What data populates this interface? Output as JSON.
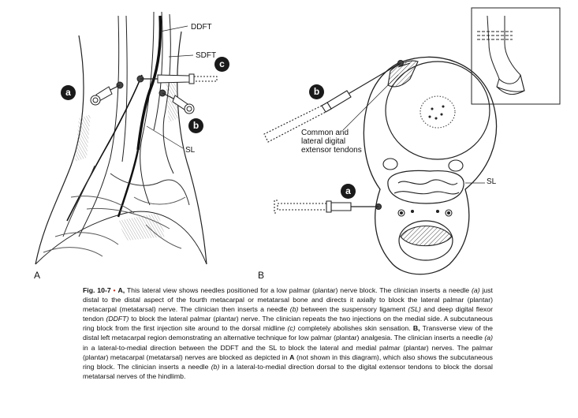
{
  "panel_a": {
    "letter": "A",
    "labels": {
      "ddft": "DDFT",
      "sdft": "SDFT",
      "sl": "SL"
    },
    "badges": {
      "a": "a",
      "b": "b",
      "c": "c"
    }
  },
  "panel_b": {
    "letter": "B",
    "labels": {
      "tendons": [
        "Common and",
        "lateral digital",
        "extensor tendons"
      ],
      "sl": "SL"
    },
    "badges": {
      "a": "a",
      "b": "b"
    }
  },
  "caption": {
    "fig_number": "Fig. 10-7",
    "bullet": "•",
    "segments": [
      {
        "t": " ",
        "s": "n"
      },
      {
        "t": "A,",
        "s": "b"
      },
      {
        "t": " This lateral view shows needles positioned for a low palmar (plantar) nerve block. The clinician inserts a needle ",
        "s": "n"
      },
      {
        "t": "(a)",
        "s": "i"
      },
      {
        "t": " just distal to the distal aspect of the fourth metacarpal or metatarsal bone and directs it axially to block the lateral palmar (plantar) metacarpal (metatarsal) nerve. The clinician then inserts a needle ",
        "s": "n"
      },
      {
        "t": "(b)",
        "s": "i"
      },
      {
        "t": " between the suspensory ligament ",
        "s": "n"
      },
      {
        "t": "(SL)",
        "s": "i"
      },
      {
        "t": " and deep digital flexor tendon ",
        "s": "n"
      },
      {
        "t": "(DDFT)",
        "s": "i"
      },
      {
        "t": " to block the lateral palmar (plantar) nerve. The clinician repeats the two injections on the medial side. A subcutaneous ring block from the first injection site around to the dorsal midline ",
        "s": "n"
      },
      {
        "t": "(c)",
        "s": "i"
      },
      {
        "t": " completely abolishes skin sensation. ",
        "s": "n"
      },
      {
        "t": "B,",
        "s": "b"
      },
      {
        "t": " Transverse view of the distal left metacarpal region demonstrating an alternative technique for low palmar (plantar) analgesia. The clinician inserts a needle ",
        "s": "n"
      },
      {
        "t": "(a)",
        "s": "i"
      },
      {
        "t": " in a lateral-to-medial direction between the DDFT and the SL to block the lateral and medial palmar (plantar) nerves. The palmar (plantar) metacarpal (metatarsal) nerves are blocked as depicted in ",
        "s": "n"
      },
      {
        "t": "A",
        "s": "b"
      },
      {
        "t": " (not shown in this diagram), which also shows the subcutaneous ring block. The clinician inserts a needle ",
        "s": "n"
      },
      {
        "t": "(b)",
        "s": "i"
      },
      {
        "t": " in a lateral-to-medial direction dorsal to the digital extensor tendons to block the dorsal metatarsal nerves of the hindlimb.",
        "s": "n"
      }
    ]
  }
}
